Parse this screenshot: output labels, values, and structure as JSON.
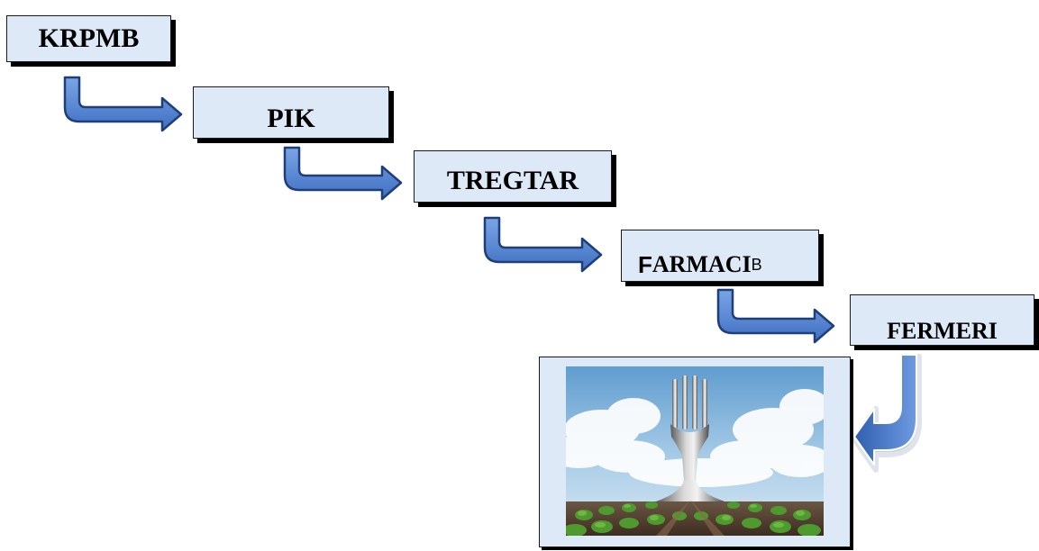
{
  "nodes": [
    {
      "id": "KRPMB",
      "label": "KRPMB"
    },
    {
      "id": "PIK",
      "label": "PIK"
    },
    {
      "id": "TREGTAR",
      "label": "TREGTAR"
    },
    {
      "id": "FARMACIB",
      "label_main": "ARMACI",
      "label_prefix": "F",
      "label_suffix": "B"
    },
    {
      "id": "FERMERI",
      "label": "FERMERI"
    }
  ],
  "edges": [
    {
      "from": "KRPMB",
      "to": "PIK"
    },
    {
      "from": "PIK",
      "to": "TREGTAR"
    },
    {
      "from": "TREGTAR",
      "to": "FARMACIB"
    },
    {
      "from": "FARMACIB",
      "to": "FERMERI"
    },
    {
      "from": "FERMERI",
      "to": "fork-farm-image"
    }
  ],
  "image": {
    "subject": "fork-over-farm-field"
  },
  "colors": {
    "box_fill": "#dde9f7",
    "arrow_fill": "#4a7fd0",
    "arrow_outline": "#1f3f7a"
  }
}
